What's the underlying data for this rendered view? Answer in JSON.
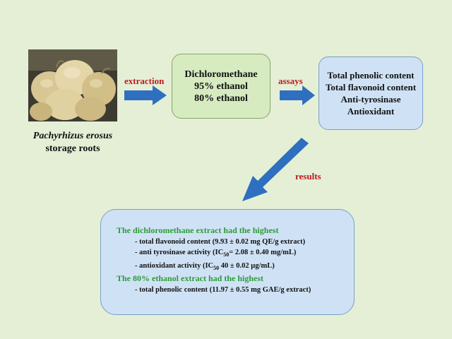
{
  "source": {
    "name_italic": "Pachyrhizus erosus",
    "name_rest": "storage roots"
  },
  "arrows": {
    "extraction_label": "extraction",
    "assays_label": "assays",
    "results_label": "results",
    "color": "#2f6fc0",
    "label_color": "#c0181b"
  },
  "solvents": [
    "Dichloromethane",
    "95% ethanol",
    "80% ethanol"
  ],
  "assays": [
    "Total phenolic content",
    "Total flavonoid content",
    "Anti-tyrosinase",
    "Antioxidant"
  ],
  "results": {
    "group1_heading": "The dichloromethane extract had the highest",
    "item_flavonoid": "- total flavonoid content (9.93 ± 0.02 mg QE/g extract)",
    "item_tyrosinase_pre": "- anti tyrosinase activity (IC",
    "item_tyrosinase_sub": "50",
    "item_tyrosinase_post": "= 2.08 ± 0.40 mg/mL)",
    "item_antioxidant_pre": "- antioxidant activity (IC",
    "item_antioxidant_sub": "50",
    "item_antioxidant_post": " 40 ± 0.02 µg/mL)",
    "group2_heading": "The 80% ethanol extract had the highest",
    "item_phenolic": "- total phenolic content (11.97 ± 0.55 mg GAE/g extract)",
    "heading_color": "#2e9a3a"
  },
  "colors": {
    "background": "#e4efd6",
    "solvent_box": "#d6ebc0",
    "assay_box": "#cfe2f5",
    "results_box": "#cfe2f5"
  }
}
